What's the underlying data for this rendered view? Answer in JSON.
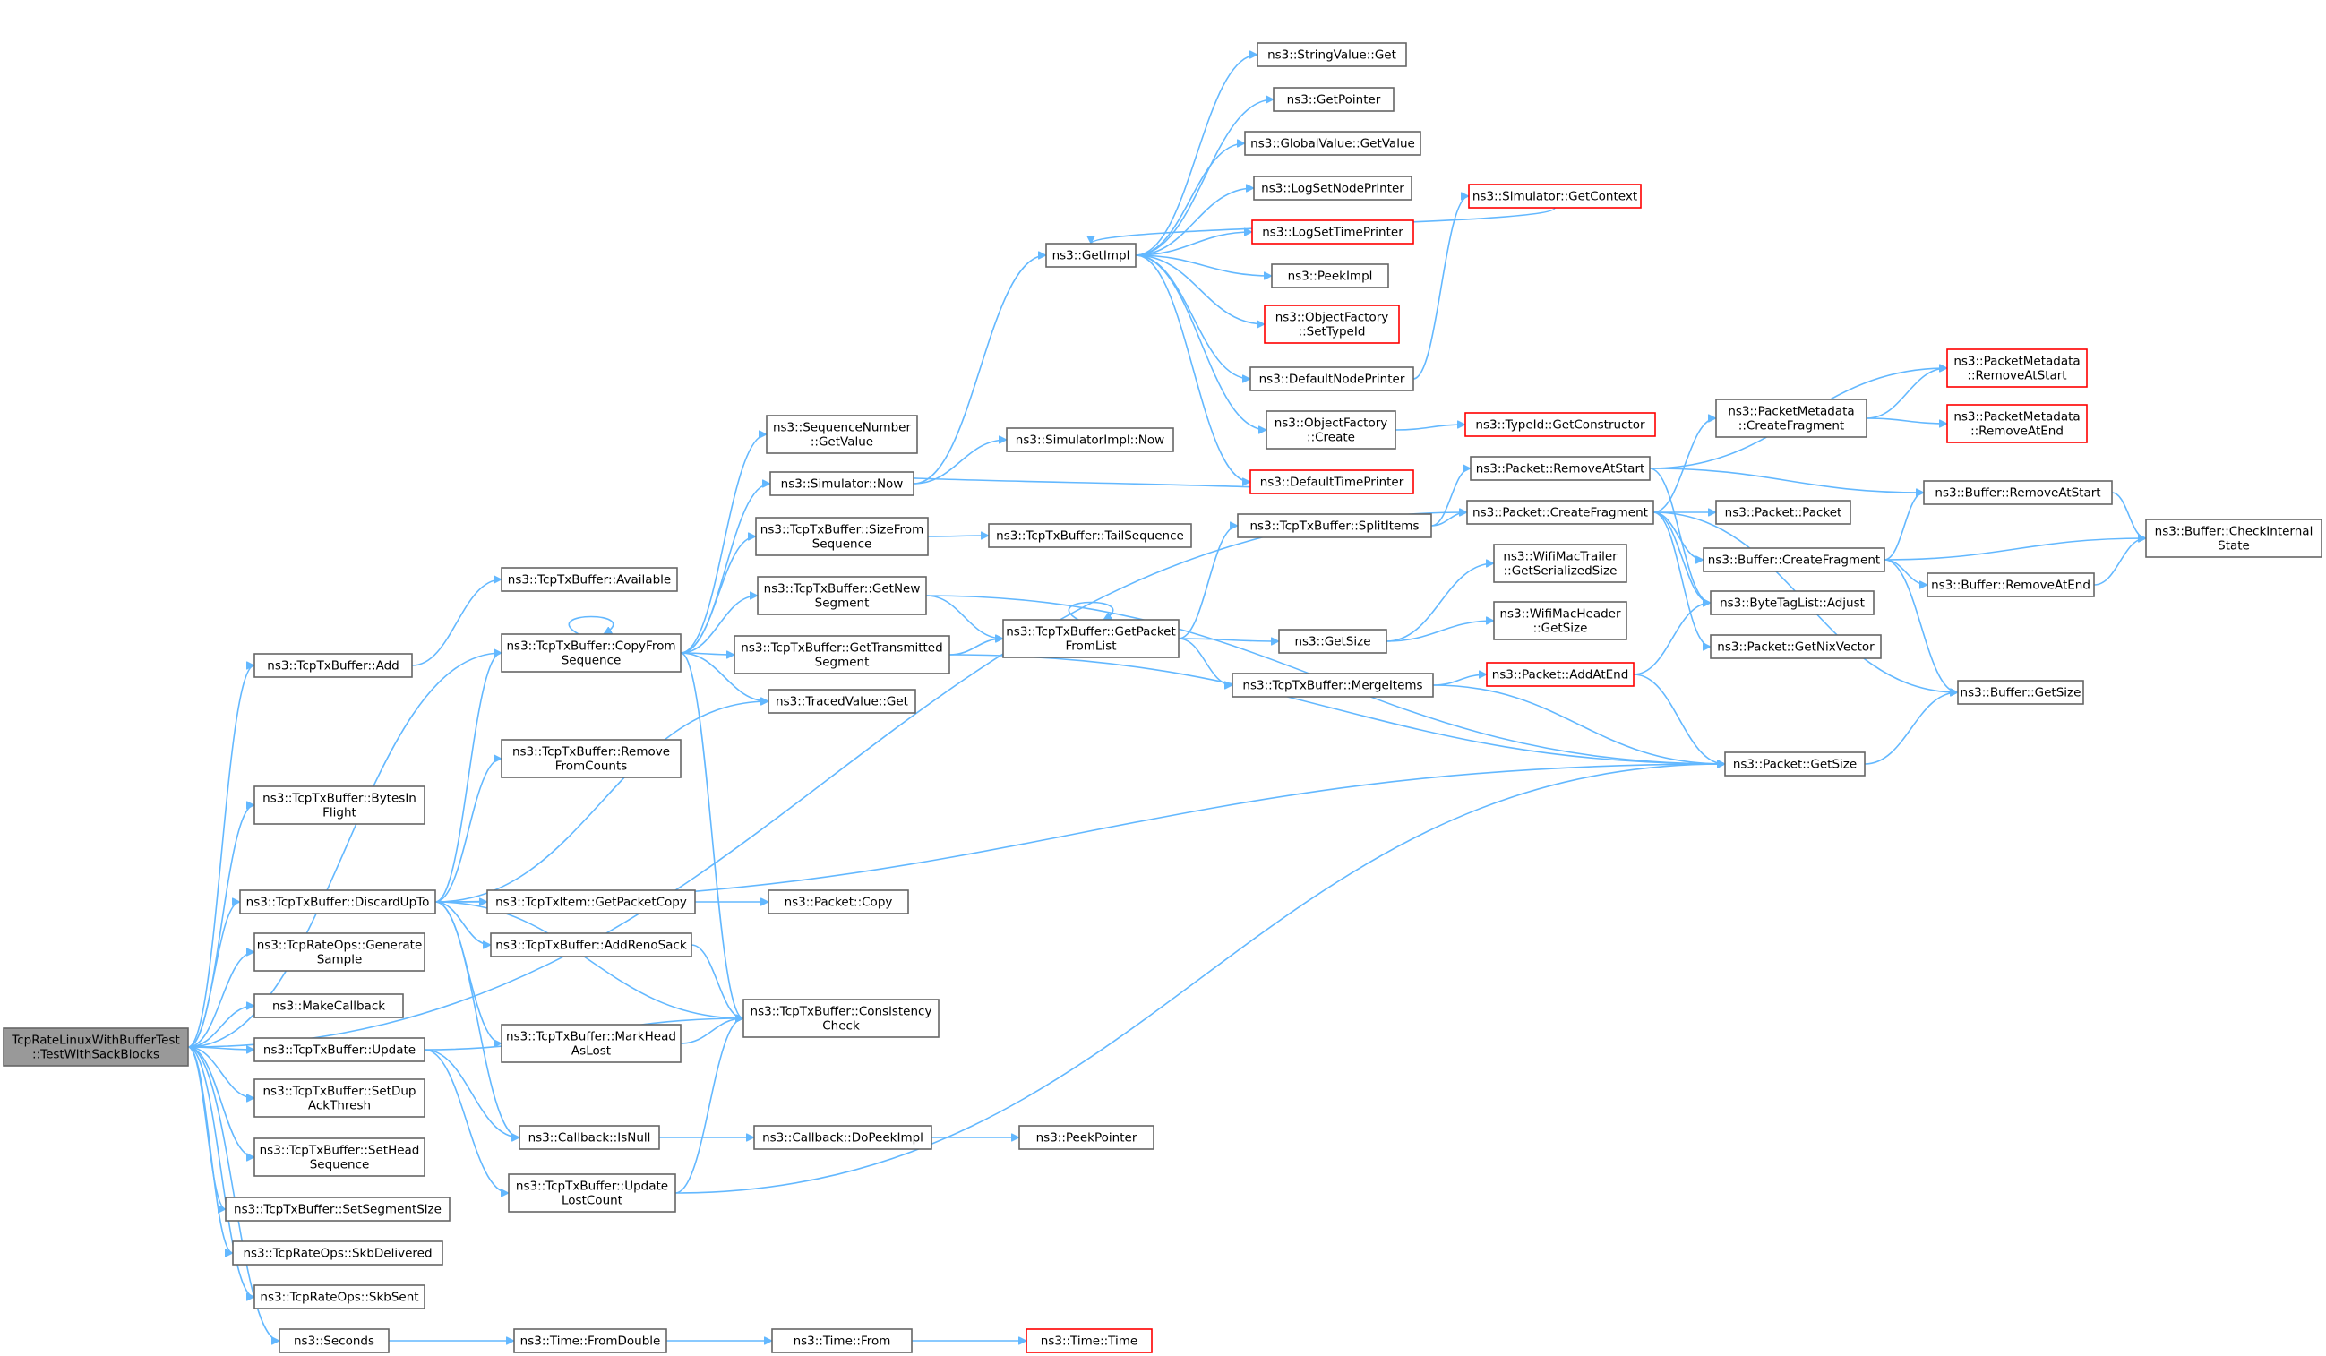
{
  "diagram": {
    "colors": {
      "edge": "#63b8ff",
      "node_border": "#666666",
      "node_border_red": "#ff0000",
      "root_fill": "#999999"
    },
    "nodes": [
      {
        "id": "root",
        "lines": [
          "TcpRateLinuxWithBufferTest",
          "::TestWithSackBlocks"
        ],
        "style": "root"
      },
      {
        "id": "add",
        "lines": [
          "ns3::TcpTxBuffer::Add"
        ]
      },
      {
        "id": "bytesinflight",
        "lines": [
          "ns3::TcpTxBuffer::BytesIn",
          "Flight"
        ]
      },
      {
        "id": "discardupto",
        "lines": [
          "ns3::TcpTxBuffer::DiscardUpTo"
        ]
      },
      {
        "id": "generatesample",
        "lines": [
          "ns3::TcpRateOps::Generate",
          "Sample"
        ]
      },
      {
        "id": "makecallback",
        "lines": [
          "ns3::MakeCallback"
        ]
      },
      {
        "id": "update",
        "lines": [
          "ns3::TcpTxBuffer::Update"
        ]
      },
      {
        "id": "setdupackthresh",
        "lines": [
          "ns3::TcpTxBuffer::SetDup",
          "AckThresh"
        ]
      },
      {
        "id": "setheadsequence",
        "lines": [
          "ns3::TcpTxBuffer::SetHead",
          "Sequence"
        ]
      },
      {
        "id": "setsegmentsize",
        "lines": [
          "ns3::TcpTxBuffer::SetSegmentSize"
        ]
      },
      {
        "id": "skbdelivered",
        "lines": [
          "ns3::TcpRateOps::SkbDelivered"
        ]
      },
      {
        "id": "skbsent",
        "lines": [
          "ns3::TcpRateOps::SkbSent"
        ]
      },
      {
        "id": "seconds",
        "lines": [
          "ns3::Seconds"
        ]
      },
      {
        "id": "available",
        "lines": [
          "ns3::TcpTxBuffer::Available"
        ]
      },
      {
        "id": "copyfromsequence",
        "lines": [
          "ns3::TcpTxBuffer::CopyFrom",
          "Sequence"
        ]
      },
      {
        "id": "removefromcounts",
        "lines": [
          "ns3::TcpTxBuffer::Remove",
          "FromCounts"
        ]
      },
      {
        "id": "getpacketcopy",
        "lines": [
          "ns3::TcpTxItem::GetPacketCopy"
        ]
      },
      {
        "id": "addrenosack",
        "lines": [
          "ns3::TcpTxBuffer::AddRenoSack"
        ]
      },
      {
        "id": "markheadaslost",
        "lines": [
          "ns3::TcpTxBuffer::MarkHead",
          "AsLost"
        ]
      },
      {
        "id": "isnull",
        "lines": [
          "ns3::Callback::IsNull"
        ]
      },
      {
        "id": "updatelostcount",
        "lines": [
          "ns3::TcpTxBuffer::Update",
          "LostCount"
        ]
      },
      {
        "id": "timefromdouble",
        "lines": [
          "ns3::Time::FromDouble"
        ]
      },
      {
        "id": "seqgetvalue",
        "lines": [
          "ns3::SequenceNumber",
          "::GetValue"
        ]
      },
      {
        "id": "simnow",
        "lines": [
          "ns3::Simulator::Now"
        ]
      },
      {
        "id": "sizefromsequence",
        "lines": [
          "ns3::TcpTxBuffer::SizeFrom",
          "Sequence"
        ]
      },
      {
        "id": "getnewsegment",
        "lines": [
          "ns3::TcpTxBuffer::GetNew",
          "Segment"
        ]
      },
      {
        "id": "gettransmittedsegment",
        "lines": [
          "ns3::TcpTxBuffer::GetTransmitted",
          "Segment"
        ]
      },
      {
        "id": "tracedvalueget",
        "lines": [
          "ns3::TracedValue::Get"
        ]
      },
      {
        "id": "packetcopy",
        "lines": [
          "ns3::Packet::Copy"
        ]
      },
      {
        "id": "consistencycheck",
        "lines": [
          "ns3::TcpTxBuffer::Consistency",
          "Check"
        ]
      },
      {
        "id": "dopeekimpl",
        "lines": [
          "ns3::Callback::DoPeekImpl"
        ]
      },
      {
        "id": "timefrom",
        "lines": [
          "ns3::Time::From"
        ]
      },
      {
        "id": "getimpl",
        "lines": [
          "ns3::GetImpl"
        ]
      },
      {
        "id": "simimplnow",
        "lines": [
          "ns3::SimulatorImpl::Now"
        ]
      },
      {
        "id": "tailsequence",
        "lines": [
          "ns3::TcpTxBuffer::TailSequence"
        ]
      },
      {
        "id": "getpacketfromlist",
        "lines": [
          "ns3::TcpTxBuffer::GetPacket",
          "FromList"
        ]
      },
      {
        "id": "peekpointer",
        "lines": [
          "ns3::PeekPointer"
        ]
      },
      {
        "id": "timetime",
        "lines": [
          "ns3::Time::Time"
        ],
        "style": "red"
      },
      {
        "id": "stringvalueget",
        "lines": [
          "ns3::StringValue::Get"
        ]
      },
      {
        "id": "getpointer",
        "lines": [
          "ns3::GetPointer"
        ]
      },
      {
        "id": "globalvaluegetvalue",
        "lines": [
          "ns3::GlobalValue::GetValue"
        ]
      },
      {
        "id": "logsetnodeprinter",
        "lines": [
          "ns3::LogSetNodePrinter"
        ]
      },
      {
        "id": "logsettimeprinter",
        "lines": [
          "ns3::LogSetTimePrinter"
        ],
        "style": "red"
      },
      {
        "id": "peekimpl",
        "lines": [
          "ns3::PeekImpl"
        ]
      },
      {
        "id": "objfactorysettypeid",
        "lines": [
          "ns3::ObjectFactory",
          "::SetTypeId"
        ],
        "style": "red"
      },
      {
        "id": "defaultnodeprinter",
        "lines": [
          "ns3::DefaultNodePrinter"
        ]
      },
      {
        "id": "objfactorycreate",
        "lines": [
          "ns3::ObjectFactory",
          "::Create"
        ]
      },
      {
        "id": "defaulttimeprinter",
        "lines": [
          "ns3::DefaultTimePrinter"
        ],
        "style": "red"
      },
      {
        "id": "splititems",
        "lines": [
          "ns3::TcpTxBuffer::SplitItems"
        ]
      },
      {
        "id": "getsize",
        "lines": [
          "ns3::GetSize"
        ]
      },
      {
        "id": "mergeitems",
        "lines": [
          "ns3::TcpTxBuffer::MergeItems"
        ]
      },
      {
        "id": "simgetcontext",
        "lines": [
          "ns3::Simulator::GetContext"
        ],
        "style": "red"
      },
      {
        "id": "typeidgetconstructor",
        "lines": [
          "ns3::TypeId::GetConstructor"
        ],
        "style": "red"
      },
      {
        "id": "packetremoveatstart",
        "lines": [
          "ns3::Packet::RemoveAtStart"
        ]
      },
      {
        "id": "packetcreatefragment",
        "lines": [
          "ns3::Packet::CreateFragment"
        ]
      },
      {
        "id": "wifitrailergetsize",
        "lines": [
          "ns3::WifiMacTrailer",
          "::GetSerializedSize"
        ]
      },
      {
        "id": "wifiheadergetsize",
        "lines": [
          "ns3::WifiMacHeader",
          "::GetSize"
        ]
      },
      {
        "id": "packetaddatend",
        "lines": [
          "ns3::Packet::AddAtEnd"
        ],
        "style": "red"
      },
      {
        "id": "pmcreatefragment",
        "lines": [
          "ns3::PacketMetadata",
          "::CreateFragment"
        ]
      },
      {
        "id": "packetpacket",
        "lines": [
          "ns3::Packet::Packet"
        ]
      },
      {
        "id": "buffercreatefragment",
        "lines": [
          "ns3::Buffer::CreateFragment"
        ]
      },
      {
        "id": "bytetaglistadjust",
        "lines": [
          "ns3::ByteTagList::Adjust"
        ]
      },
      {
        "id": "packetgetnixvector",
        "lines": [
          "ns3::Packet::GetNixVector"
        ]
      },
      {
        "id": "packetgetsize",
        "lines": [
          "ns3::Packet::GetSize"
        ]
      },
      {
        "id": "pmremoveatstart",
        "lines": [
          "ns3::PacketMetadata",
          "::RemoveAtStart"
        ],
        "style": "red"
      },
      {
        "id": "pmremoveatend",
        "lines": [
          "ns3::PacketMetadata",
          "::RemoveAtEnd"
        ],
        "style": "red"
      },
      {
        "id": "bufferremoveatstart",
        "lines": [
          "ns3::Buffer::RemoveAtStart"
        ]
      },
      {
        "id": "bufferremoveatend",
        "lines": [
          "ns3::Buffer::RemoveAtEnd"
        ]
      },
      {
        "id": "buffergetsize",
        "lines": [
          "ns3::Buffer::GetSize"
        ]
      },
      {
        "id": "buffercheckinternalstate",
        "lines": [
          "ns3::Buffer::CheckInternal",
          "State"
        ]
      }
    ],
    "edges": [
      [
        "root",
        "add"
      ],
      [
        "root",
        "bytesinflight"
      ],
      [
        "root",
        "discardupto"
      ],
      [
        "root",
        "generatesample"
      ],
      [
        "root",
        "makecallback"
      ],
      [
        "root",
        "update"
      ],
      [
        "root",
        "setdupackthresh"
      ],
      [
        "root",
        "setheadsequence"
      ],
      [
        "root",
        "setsegmentsize"
      ],
      [
        "root",
        "skbdelivered"
      ],
      [
        "root",
        "skbsent"
      ],
      [
        "root",
        "seconds"
      ],
      [
        "root",
        "copyfromsequence"
      ],
      [
        "root",
        "packetcreatefragment"
      ],
      [
        "add",
        "available"
      ],
      [
        "discardupto",
        "copyfromsequence"
      ],
      [
        "discardupto",
        "removefromcounts"
      ],
      [
        "discardupto",
        "getpacketcopy"
      ],
      [
        "discardupto",
        "addrenosack"
      ],
      [
        "discardupto",
        "markheadaslost"
      ],
      [
        "discardupto",
        "isnull"
      ],
      [
        "discardupto",
        "consistencycheck"
      ],
      [
        "discardupto",
        "tracedvalueget"
      ],
      [
        "discardupto",
        "packetgetsize"
      ],
      [
        "update",
        "consistencycheck"
      ],
      [
        "update",
        "isnull"
      ],
      [
        "update",
        "updatelostcount"
      ],
      [
        "seconds",
        "timefromdouble"
      ],
      [
        "copyfromsequence",
        "copyfromsequence"
      ],
      [
        "copyfromsequence",
        "seqgetvalue"
      ],
      [
        "copyfromsequence",
        "simnow"
      ],
      [
        "copyfromsequence",
        "sizefromsequence"
      ],
      [
        "copyfromsequence",
        "getnewsegment"
      ],
      [
        "copyfromsequence",
        "gettransmittedsegment"
      ],
      [
        "copyfromsequence",
        "tracedvalueget"
      ],
      [
        "copyfromsequence",
        "consistencycheck"
      ],
      [
        "getpacketcopy",
        "packetcopy"
      ],
      [
        "addrenosack",
        "consistencycheck"
      ],
      [
        "markheadaslost",
        "consistencycheck"
      ],
      [
        "isnull",
        "dopeekimpl"
      ],
      [
        "updatelostcount",
        "consistencycheck"
      ],
      [
        "updatelostcount",
        "packetgetsize"
      ],
      [
        "timefromdouble",
        "timefrom"
      ],
      [
        "simnow",
        "getimpl"
      ],
      [
        "simnow",
        "simimplnow"
      ],
      [
        "sizefromsequence",
        "tailsequence"
      ],
      [
        "getnewsegment",
        "getpacketfromlist"
      ],
      [
        "getnewsegment",
        "packetgetsize"
      ],
      [
        "gettransmittedsegment",
        "getpacketfromlist"
      ],
      [
        "gettransmittedsegment",
        "packetgetsize"
      ],
      [
        "dopeekimpl",
        "peekpointer"
      ],
      [
        "timefrom",
        "timetime"
      ],
      [
        "getimpl",
        "stringvalueget"
      ],
      [
        "getimpl",
        "getpointer"
      ],
      [
        "getimpl",
        "globalvaluegetvalue"
      ],
      [
        "getimpl",
        "logsetnodeprinter"
      ],
      [
        "getimpl",
        "logsettimeprinter"
      ],
      [
        "getimpl",
        "peekimpl"
      ],
      [
        "getimpl",
        "objfactorysettypeid"
      ],
      [
        "getimpl",
        "defaultnodeprinter"
      ],
      [
        "getimpl",
        "objfactorycreate"
      ],
      [
        "getimpl",
        "defaulttimeprinter"
      ],
      [
        "getpacketfromlist",
        "getpacketfromlist"
      ],
      [
        "getpacketfromlist",
        "splititems"
      ],
      [
        "getpacketfromlist",
        "getsize"
      ],
      [
        "getpacketfromlist",
        "mergeitems"
      ],
      [
        "defaultnodeprinter",
        "simgetcontext"
      ],
      [
        "simgetcontext",
        "getimpl"
      ],
      [
        "objfactorycreate",
        "typeidgetconstructor"
      ],
      [
        "defaulttimeprinter",
        "simnow"
      ],
      [
        "splititems",
        "packetremoveatstart"
      ],
      [
        "splititems",
        "packetcreatefragment"
      ],
      [
        "getsize",
        "wifitrailergetsize"
      ],
      [
        "getsize",
        "wifiheadergetsize"
      ],
      [
        "mergeitems",
        "packetaddatend"
      ],
      [
        "mergeitems",
        "packetgetsize"
      ],
      [
        "packetremoveatstart",
        "pmremoveatstart"
      ],
      [
        "packetremoveatstart",
        "bufferremoveatstart"
      ],
      [
        "packetremoveatstart",
        "bytetaglistadjust"
      ],
      [
        "packetcreatefragment",
        "pmcreatefragment"
      ],
      [
        "packetcreatefragment",
        "packetpacket"
      ],
      [
        "packetcreatefragment",
        "buffercreatefragment"
      ],
      [
        "packetcreatefragment",
        "bytetaglistadjust"
      ],
      [
        "packetcreatefragment",
        "packetgetnixvector"
      ],
      [
        "packetcreatefragment",
        "buffergetsize"
      ],
      [
        "packetaddatend",
        "bytetaglistadjust"
      ],
      [
        "packetaddatend",
        "packetgetsize"
      ],
      [
        "pmcreatefragment",
        "pmremoveatstart"
      ],
      [
        "pmcreatefragment",
        "pmremoveatend"
      ],
      [
        "buffercreatefragment",
        "bufferremoveatstart"
      ],
      [
        "buffercreatefragment",
        "bufferremoveatend"
      ],
      [
        "buffercreatefragment",
        "buffercheckinternalstate"
      ],
      [
        "buffercreatefragment",
        "buffergetsize"
      ],
      [
        "packetgetsize",
        "buffergetsize"
      ],
      [
        "bufferremoveatstart",
        "buffercheckinternalstate"
      ],
      [
        "bufferremoveatend",
        "buffercheckinternalstate"
      ]
    ]
  }
}
